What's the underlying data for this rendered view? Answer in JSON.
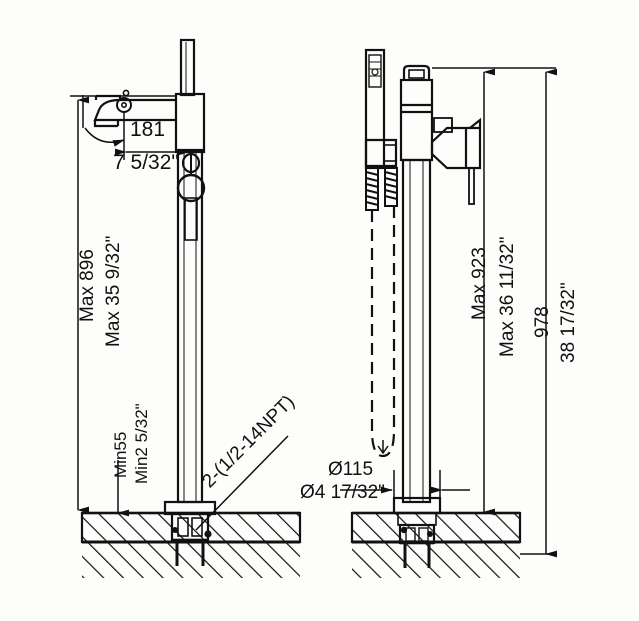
{
  "drawing": {
    "title": "Floor mounted bath tub filler dimensional drawing",
    "units_note": "millimeters over inches",
    "stroke_color": "#111111",
    "background_color": "#fdfdfb"
  },
  "left_view": {
    "name": "free standing tub filler front view",
    "dimensions": {
      "spout_projection_mm": "181",
      "spout_projection_in": "7 5/32\"",
      "max_height_mm": "Max 896",
      "max_height_in": "Max 35 9/32\"",
      "min_floor_mm": "Min55",
      "min_floor_in": "Min2 5/32\"",
      "supply_note": "2-(1/2-14NPT)"
    }
  },
  "right_view": {
    "name": "free standing tub filler with handshower side view",
    "dimensions": {
      "max_height_mm": "Max 923",
      "max_height_in": "Max 36 11/32\"",
      "overall_height_mm": "978",
      "overall_height_in": "38 17/32\"",
      "base_diameter_mm": "Ø115",
      "base_diameter_in": "Ø4 17/32\""
    }
  }
}
